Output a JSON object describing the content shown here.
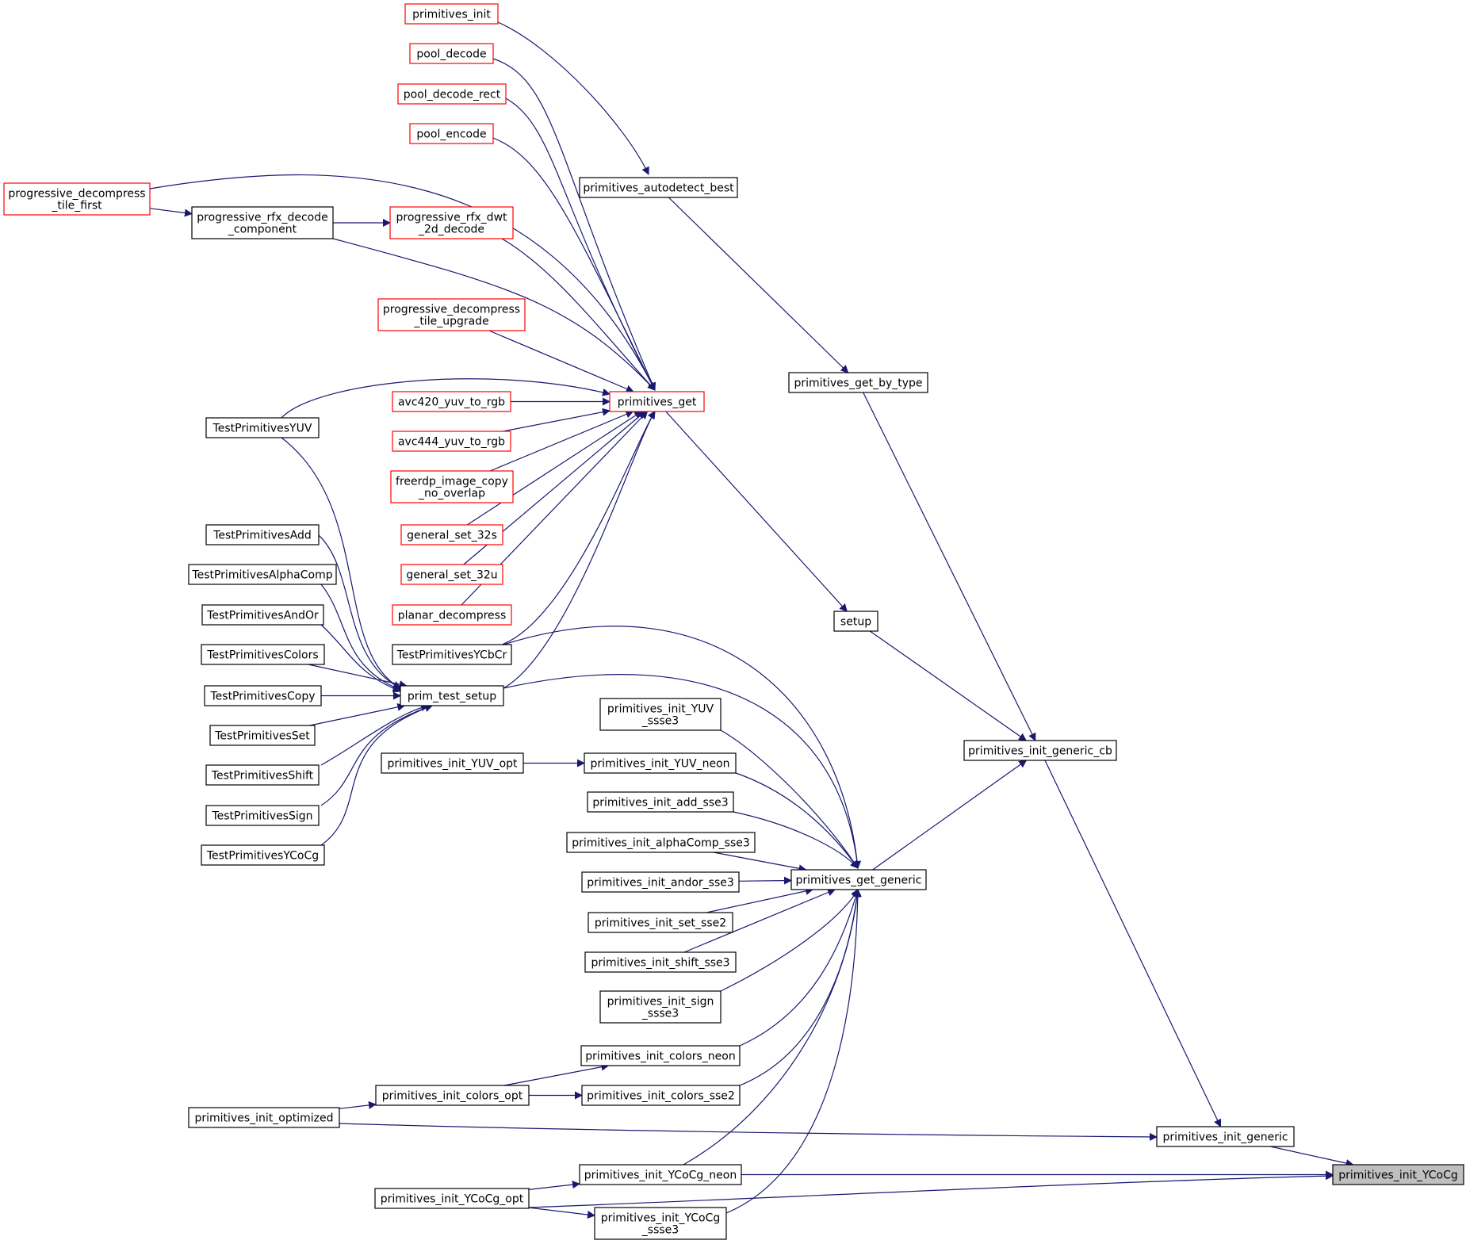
{
  "colors": {
    "edge": "#191970",
    "node_border": "#000000",
    "linked_border": "#ff0000",
    "focus_fill": "#bfbfbf",
    "node_fill": "#ffffff"
  },
  "nodes": [
    {
      "id": "primitives_init_YCoCg",
      "lines": [
        "primitives_init_YCoCg"
      ],
      "style": "focus"
    },
    {
      "id": "primitives_init_generic",
      "lines": [
        "primitives_init_generic"
      ],
      "style": "normal"
    },
    {
      "id": "primitives_init_generic_cb",
      "lines": [
        "primitives_init_generic_cb"
      ],
      "style": "normal"
    },
    {
      "id": "primitives_get_by_type",
      "lines": [
        "primitives_get_by_type"
      ],
      "style": "normal"
    },
    {
      "id": "setup",
      "lines": [
        "setup"
      ],
      "style": "normal"
    },
    {
      "id": "primitives_get_generic",
      "lines": [
        "primitives_get_generic"
      ],
      "style": "normal"
    },
    {
      "id": "primitives_autodetect_best",
      "lines": [
        "primitives_autodetect_best"
      ],
      "style": "normal"
    },
    {
      "id": "primitives_init",
      "lines": [
        "primitives_init"
      ],
      "style": "linked"
    },
    {
      "id": "pool_decode",
      "lines": [
        "pool_decode"
      ],
      "style": "linked"
    },
    {
      "id": "pool_decode_rect",
      "lines": [
        "pool_decode_rect"
      ],
      "style": "linked"
    },
    {
      "id": "pool_encode",
      "lines": [
        "pool_encode"
      ],
      "style": "linked"
    },
    {
      "id": "progressive_decompress_tile_first",
      "lines": [
        "progressive_decompress",
        "_tile_first"
      ],
      "style": "linked"
    },
    {
      "id": "progressive_rfx_decode_component",
      "lines": [
        "progressive_rfx_decode",
        "_component"
      ],
      "style": "normal"
    },
    {
      "id": "progressive_rfx_dwt_2d_decode",
      "lines": [
        "progressive_rfx_dwt",
        "_2d_decode"
      ],
      "style": "linked"
    },
    {
      "id": "progressive_decompress_tile_upgrade",
      "lines": [
        "progressive_decompress",
        "_tile_upgrade"
      ],
      "style": "linked"
    },
    {
      "id": "primitives_get",
      "lines": [
        "primitives_get"
      ],
      "style": "linked"
    },
    {
      "id": "avc420_yuv_to_rgb",
      "lines": [
        "avc420_yuv_to_rgb"
      ],
      "style": "linked"
    },
    {
      "id": "avc444_yuv_to_rgb",
      "lines": [
        "avc444_yuv_to_rgb"
      ],
      "style": "linked"
    },
    {
      "id": "freerdp_image_copy_no_overlap",
      "lines": [
        "freerdp_image_copy",
        "_no_overlap"
      ],
      "style": "linked"
    },
    {
      "id": "general_set_32s",
      "lines": [
        "general_set_32s"
      ],
      "style": "linked"
    },
    {
      "id": "general_set_32u",
      "lines": [
        "general_set_32u"
      ],
      "style": "linked"
    },
    {
      "id": "planar_decompress",
      "lines": [
        "planar_decompress"
      ],
      "style": "linked"
    },
    {
      "id": "TestPrimitivesYCbCr",
      "lines": [
        "TestPrimitivesYCbCr"
      ],
      "style": "normal"
    },
    {
      "id": "TestPrimitivesYUV",
      "lines": [
        "TestPrimitivesYUV"
      ],
      "style": "normal"
    },
    {
      "id": "prim_test_setup",
      "lines": [
        "prim_test_setup"
      ],
      "style": "normal"
    },
    {
      "id": "TestPrimitivesAdd",
      "lines": [
        "TestPrimitivesAdd"
      ],
      "style": "normal"
    },
    {
      "id": "TestPrimitivesAlphaComp",
      "lines": [
        "TestPrimitivesAlphaComp"
      ],
      "style": "normal"
    },
    {
      "id": "TestPrimitivesAndOr",
      "lines": [
        "TestPrimitivesAndOr"
      ],
      "style": "normal"
    },
    {
      "id": "TestPrimitivesColors",
      "lines": [
        "TestPrimitivesColors"
      ],
      "style": "normal"
    },
    {
      "id": "TestPrimitivesCopy",
      "lines": [
        "TestPrimitivesCopy"
      ],
      "style": "normal"
    },
    {
      "id": "TestPrimitivesSet",
      "lines": [
        "TestPrimitivesSet"
      ],
      "style": "normal"
    },
    {
      "id": "TestPrimitivesShift",
      "lines": [
        "TestPrimitivesShift"
      ],
      "style": "normal"
    },
    {
      "id": "TestPrimitivesSign",
      "lines": [
        "TestPrimitivesSign"
      ],
      "style": "normal"
    },
    {
      "id": "TestPrimitivesYCoCg",
      "lines": [
        "TestPrimitivesYCoCg"
      ],
      "style": "normal"
    },
    {
      "id": "primitives_init_YUV_ssse3",
      "lines": [
        "primitives_init_YUV",
        "_ssse3"
      ],
      "style": "normal"
    },
    {
      "id": "primitives_init_YUV_opt",
      "lines": [
        "primitives_init_YUV_opt"
      ],
      "style": "normal"
    },
    {
      "id": "primitives_init_YUV_neon",
      "lines": [
        "primitives_init_YUV_neon"
      ],
      "style": "normal"
    },
    {
      "id": "primitives_init_add_sse3",
      "lines": [
        "primitives_init_add_sse3"
      ],
      "style": "normal"
    },
    {
      "id": "primitives_init_alphaComp_sse3",
      "lines": [
        "primitives_init_alphaComp_sse3"
      ],
      "style": "normal"
    },
    {
      "id": "primitives_init_andor_sse3",
      "lines": [
        "primitives_init_andor_sse3"
      ],
      "style": "normal"
    },
    {
      "id": "primitives_init_set_sse2",
      "lines": [
        "primitives_init_set_sse2"
      ],
      "style": "normal"
    },
    {
      "id": "primitives_init_shift_sse3",
      "lines": [
        "primitives_init_shift_sse3"
      ],
      "style": "normal"
    },
    {
      "id": "primitives_init_sign_ssse3",
      "lines": [
        "primitives_init_sign",
        "_ssse3"
      ],
      "style": "normal"
    },
    {
      "id": "primitives_init_colors_neon",
      "lines": [
        "primitives_init_colors_neon"
      ],
      "style": "normal"
    },
    {
      "id": "primitives_init_colors_opt",
      "lines": [
        "primitives_init_colors_opt"
      ],
      "style": "normal"
    },
    {
      "id": "primitives_init_colors_sse2",
      "lines": [
        "primitives_init_colors_sse2"
      ],
      "style": "normal"
    },
    {
      "id": "primitives_init_optimized",
      "lines": [
        "primitives_init_optimized"
      ],
      "style": "normal"
    },
    {
      "id": "primitives_init_YCoCg_neon",
      "lines": [
        "primitives_init_YCoCg_neon"
      ],
      "style": "normal"
    },
    {
      "id": "primitives_init_YCoCg_opt",
      "lines": [
        "primitives_init_YCoCg_opt"
      ],
      "style": "normal"
    },
    {
      "id": "primitives_init_YCoCg_ssse3",
      "lines": [
        "primitives_init_YCoCg",
        "_ssse3"
      ],
      "style": "normal"
    }
  ],
  "edges": [
    {
      "from": "primitives_init_generic",
      "to": "primitives_init_YCoCg"
    },
    {
      "from": "primitives_init_YCoCg_neon",
      "to": "primitives_init_YCoCg"
    },
    {
      "from": "primitives_init_YCoCg_opt",
      "to": "primitives_init_YCoCg"
    },
    {
      "from": "primitives_init_generic_cb",
      "to": "primitives_init_generic"
    },
    {
      "from": "primitives_init_optimized",
      "to": "primitives_init_generic"
    },
    {
      "from": "primitives_get_by_type",
      "to": "primitives_init_generic_cb"
    },
    {
      "from": "setup",
      "to": "primitives_init_generic_cb"
    },
    {
      "from": "primitives_get_generic",
      "to": "primitives_init_generic_cb"
    },
    {
      "from": "primitives_autodetect_best",
      "to": "primitives_get_by_type"
    },
    {
      "from": "primitives_init",
      "to": "primitives_autodetect_best"
    },
    {
      "from": "primitives_get",
      "to": "setup"
    },
    {
      "from": "pool_decode",
      "to": "primitives_get"
    },
    {
      "from": "pool_decode_rect",
      "to": "primitives_get"
    },
    {
      "from": "pool_encode",
      "to": "primitives_get"
    },
    {
      "from": "progressive_decompress_tile_first",
      "to": "primitives_get"
    },
    {
      "from": "progressive_rfx_decode_component",
      "to": "primitives_get"
    },
    {
      "from": "progressive_rfx_dwt_2d_decode",
      "to": "primitives_get"
    },
    {
      "from": "progressive_decompress_tile_upgrade",
      "to": "primitives_get"
    },
    {
      "from": "TestPrimitivesYUV",
      "to": "primitives_get"
    },
    {
      "from": "avc420_yuv_to_rgb",
      "to": "primitives_get"
    },
    {
      "from": "avc444_yuv_to_rgb",
      "to": "primitives_get"
    },
    {
      "from": "freerdp_image_copy_no_overlap",
      "to": "primitives_get"
    },
    {
      "from": "general_set_32s",
      "to": "primitives_get"
    },
    {
      "from": "general_set_32u",
      "to": "primitives_get"
    },
    {
      "from": "planar_decompress",
      "to": "primitives_get"
    },
    {
      "from": "TestPrimitivesYCbCr",
      "to": "primitives_get"
    },
    {
      "from": "prim_test_setup",
      "to": "primitives_get"
    },
    {
      "from": "progressive_decompress_tile_first",
      "to": "progressive_rfx_decode_component"
    },
    {
      "from": "progressive_rfx_decode_component",
      "to": "progressive_rfx_dwt_2d_decode"
    },
    {
      "from": "TestPrimitivesYCbCr",
      "to": "primitives_get_generic"
    },
    {
      "from": "prim_test_setup",
      "to": "primitives_get_generic"
    },
    {
      "from": "primitives_init_YUV_ssse3",
      "to": "primitives_get_generic"
    },
    {
      "from": "primitives_init_YUV_neon",
      "to": "primitives_get_generic"
    },
    {
      "from": "primitives_init_add_sse3",
      "to": "primitives_get_generic"
    },
    {
      "from": "primitives_init_alphaComp_sse3",
      "to": "primitives_get_generic"
    },
    {
      "from": "primitives_init_andor_sse3",
      "to": "primitives_get_generic"
    },
    {
      "from": "primitives_init_set_sse2",
      "to": "primitives_get_generic"
    },
    {
      "from": "primitives_init_shift_sse3",
      "to": "primitives_get_generic"
    },
    {
      "from": "primitives_init_sign_ssse3",
      "to": "primitives_get_generic"
    },
    {
      "from": "primitives_init_colors_neon",
      "to": "primitives_get_generic"
    },
    {
      "from": "primitives_init_colors_sse2",
      "to": "primitives_get_generic"
    },
    {
      "from": "primitives_init_YCoCg_neon",
      "to": "primitives_get_generic"
    },
    {
      "from": "primitives_init_YCoCg_ssse3",
      "to": "primitives_get_generic"
    },
    {
      "from": "TestPrimitivesYUV",
      "to": "prim_test_setup"
    },
    {
      "from": "TestPrimitivesAdd",
      "to": "prim_test_setup"
    },
    {
      "from": "TestPrimitivesAlphaComp",
      "to": "prim_test_setup"
    },
    {
      "from": "TestPrimitivesAndOr",
      "to": "prim_test_setup"
    },
    {
      "from": "TestPrimitivesColors",
      "to": "prim_test_setup"
    },
    {
      "from": "TestPrimitivesCopy",
      "to": "prim_test_setup"
    },
    {
      "from": "TestPrimitivesSet",
      "to": "prim_test_setup"
    },
    {
      "from": "TestPrimitivesShift",
      "to": "prim_test_setup"
    },
    {
      "from": "TestPrimitivesSign",
      "to": "prim_test_setup"
    },
    {
      "from": "TestPrimitivesYCoCg",
      "to": "prim_test_setup"
    },
    {
      "from": "primitives_init_YUV_opt",
      "to": "primitives_init_YUV_neon"
    },
    {
      "from": "primitives_init_colors_opt",
      "to": "primitives_init_colors_neon"
    },
    {
      "from": "primitives_init_colors_opt",
      "to": "primitives_init_colors_sse2"
    },
    {
      "from": "primitives_init_optimized",
      "to": "primitives_init_colors_opt"
    },
    {
      "from": "primitives_init_YCoCg_opt",
      "to": "primitives_init_YCoCg_neon"
    },
    {
      "from": "primitives_init_YCoCg_opt",
      "to": "primitives_init_YCoCg_ssse3"
    }
  ]
}
